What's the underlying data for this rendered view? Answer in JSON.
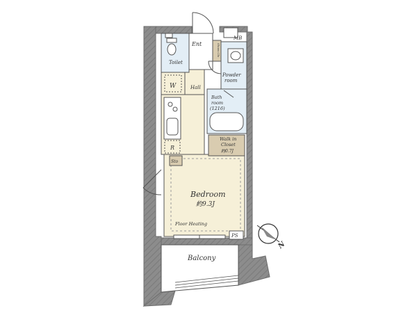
{
  "colors": {
    "wall": "#8c8c8c",
    "wall_outline": "#6e6e6e",
    "floor_light": "#f6f0d8",
    "wet_area": "#e3eef6",
    "closet": "#d9ccb0",
    "line": "#555555",
    "dashed": "#9a9a9a",
    "text": "#333333"
  },
  "rooms": {
    "entrance": "Ent",
    "shoe_closet": "Shoes Clo",
    "meter_box": "MB",
    "toilet": "Toilet",
    "powder_room_line1": "Powder",
    "powder_room_line2": "room",
    "washer": "W",
    "hall": "Hall",
    "bathroom_line1": "Bath",
    "bathroom_line2": "room",
    "bathroom_line3": "(1216)",
    "walk_in_closet_line1": "Walk in",
    "walk_in_closet_line2": "Closet",
    "walk_in_closet_area": "約0.7J",
    "refrigerator": "R",
    "storage": "Sto",
    "bedroom": "Bedroom",
    "bedroom_area": "約9.3J",
    "floor_heating": "Floor Heating",
    "pipe_space": "PS",
    "balcony": "Balcony"
  },
  "compass": {
    "label": "N",
    "icon": "north-arrow-icon"
  }
}
